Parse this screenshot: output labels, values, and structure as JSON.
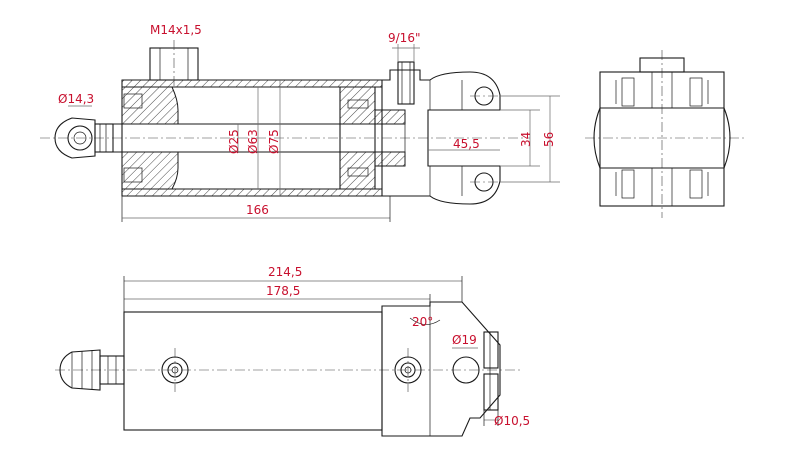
{
  "colors": {
    "dimension_text": "#c8102e",
    "lines": "#1a1a1a",
    "dimension_lines": "#6a6a6a",
    "background": "#ffffff"
  },
  "dimensions": {
    "thread": "M14x1,5",
    "port": "9/16\"",
    "eye_dia": "Ø14,3",
    "rod_dia": "Ø25",
    "bore_dia": "Ø63",
    "tube_dia": "Ø75",
    "clevis_depth": "45,5",
    "clevis_gap": "34",
    "clevis_height": "56",
    "body_length": "166",
    "overall_length": "214,5",
    "pin_center_length": "178,5",
    "angle": "20°",
    "pin_dia": "Ø19",
    "hole_dia": "Ø10,5"
  }
}
